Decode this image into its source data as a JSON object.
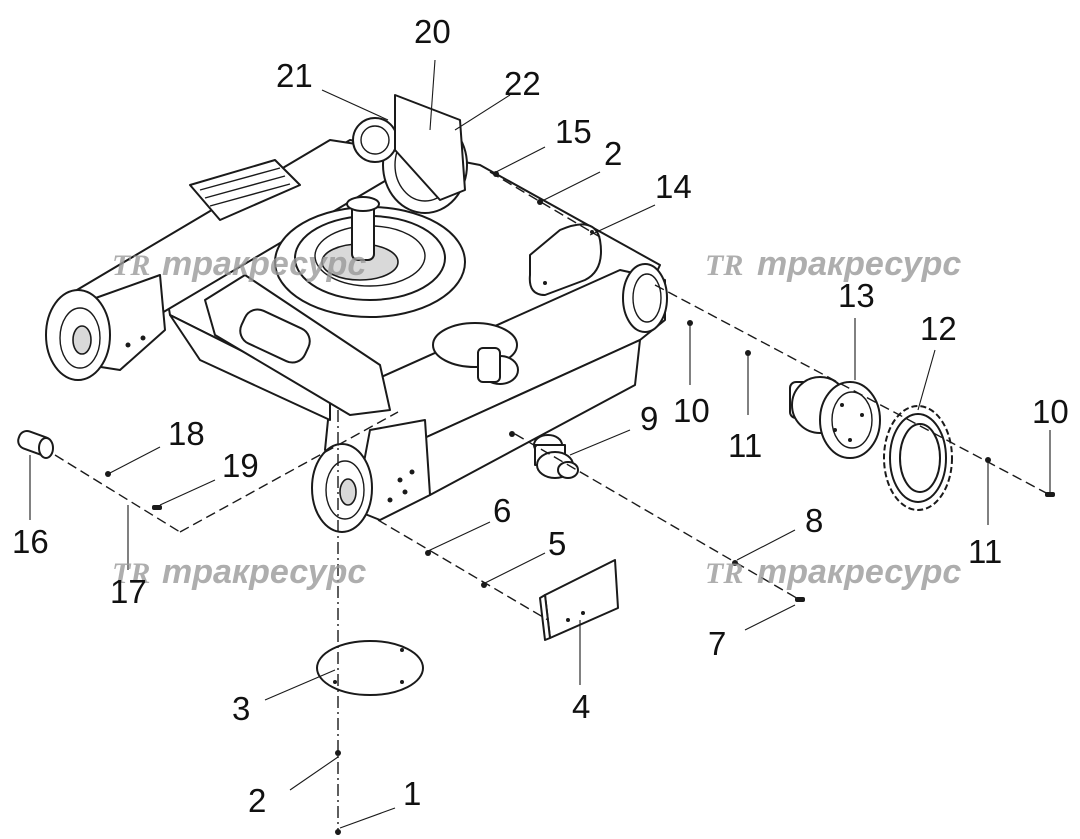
{
  "callouts": [
    {
      "id": "1",
      "label": "1"
    },
    {
      "id": "2a",
      "label": "2"
    },
    {
      "id": "2b",
      "label": "2"
    },
    {
      "id": "3",
      "label": "3"
    },
    {
      "id": "4",
      "label": "4"
    },
    {
      "id": "5",
      "label": "5"
    },
    {
      "id": "6",
      "label": "6"
    },
    {
      "id": "7",
      "label": "7"
    },
    {
      "id": "8",
      "label": "8"
    },
    {
      "id": "9",
      "label": "9"
    },
    {
      "id": "10a",
      "label": "10"
    },
    {
      "id": "10b",
      "label": "10"
    },
    {
      "id": "11a",
      "label": "11"
    },
    {
      "id": "11b",
      "label": "11"
    },
    {
      "id": "12",
      "label": "12"
    },
    {
      "id": "13",
      "label": "13"
    },
    {
      "id": "14",
      "label": "14"
    },
    {
      "id": "15",
      "label": "15"
    },
    {
      "id": "16",
      "label": "16"
    },
    {
      "id": "17",
      "label": "17"
    },
    {
      "id": "18",
      "label": "18"
    },
    {
      "id": "19",
      "label": "19"
    },
    {
      "id": "20",
      "label": "20"
    },
    {
      "id": "21",
      "label": "21"
    },
    {
      "id": "22",
      "label": "22"
    }
  ],
  "watermark": {
    "logo": "TR",
    "text": "тракресурс"
  }
}
